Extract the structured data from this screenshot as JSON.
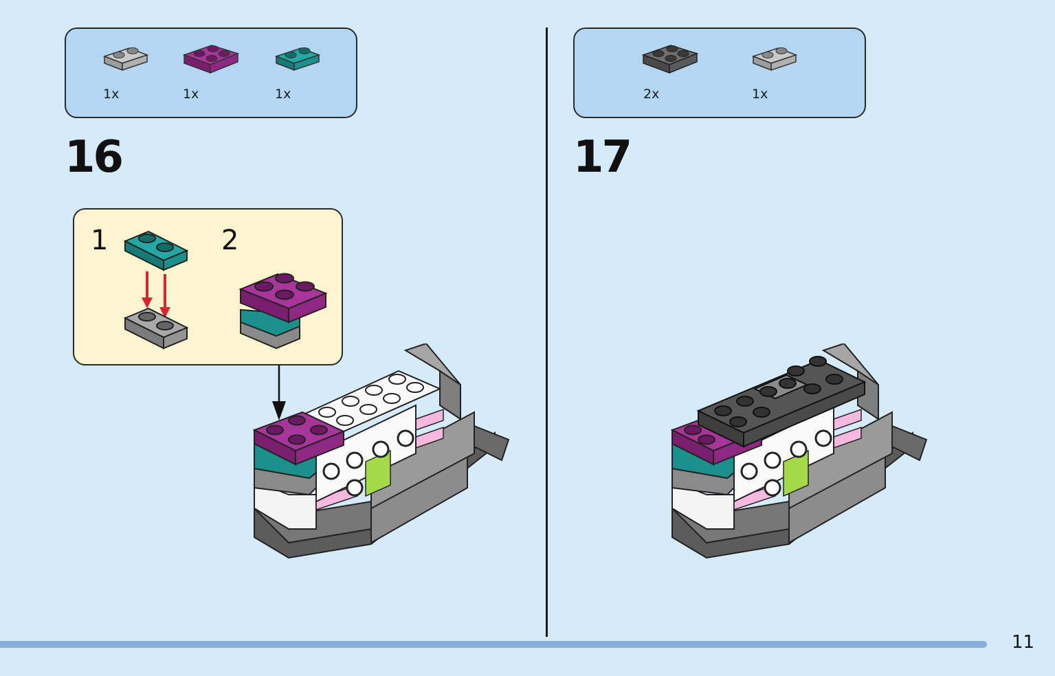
{
  "step16": {
    "number": "16",
    "parts": [
      {
        "quantity": "1x",
        "part": "plate-1x2",
        "color": "#b3b3b3"
      },
      {
        "quantity": "1x",
        "part": "plate-2x2",
        "color": "#9c2a8e"
      },
      {
        "quantity": "1x",
        "part": "plate-1x2",
        "color": "#1f9e9a"
      }
    ],
    "substeps": [
      "1",
      "2"
    ]
  },
  "step17": {
    "number": "17",
    "parts": [
      {
        "quantity": "2x",
        "part": "plate-2x2",
        "color": "#6a6a6a"
      },
      {
        "quantity": "1x",
        "part": "plate-1x2",
        "color": "#b3b3b3"
      }
    ]
  },
  "page": {
    "number": "11"
  },
  "colors": {
    "background": "#d5ebf9",
    "parts_box": "#b3d7f3",
    "substep_box": "#fef4cf",
    "footer_bar": "#8aaedc",
    "arrow_red": "#d8242c"
  },
  "icons": [
    "down-arrow-icon",
    "assembly-arrow-icon"
  ]
}
